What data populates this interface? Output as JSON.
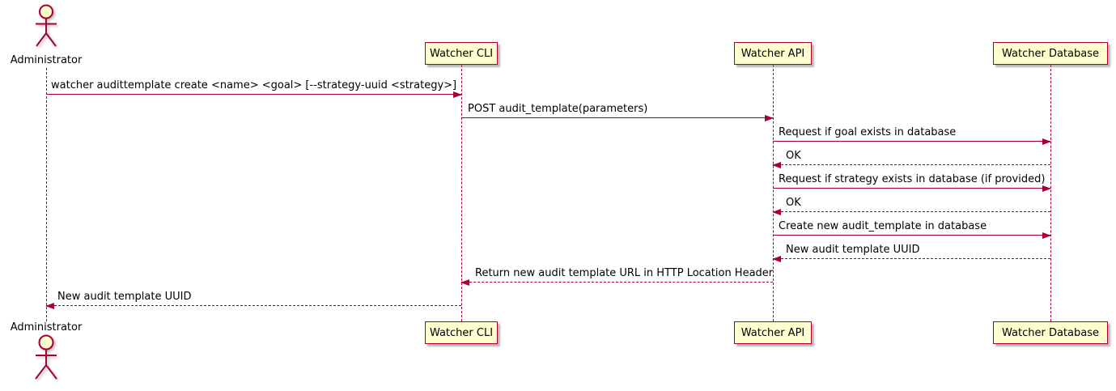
{
  "diagram": {
    "type": "sequence",
    "colors": {
      "accent": "#A80036",
      "participant_fill": "#FEFECE",
      "text": "#000000",
      "background": "#FFFFFF"
    },
    "participants": [
      {
        "id": "administrator",
        "kind": "actor",
        "label": "Administrator"
      },
      {
        "id": "watcher-cli",
        "kind": "participant",
        "label": "Watcher CLI"
      },
      {
        "id": "watcher-api",
        "kind": "participant",
        "label": "Watcher API"
      },
      {
        "id": "watcher-database",
        "kind": "participant",
        "label": "Watcher Database"
      }
    ],
    "messages": [
      {
        "from": "Administrator",
        "to": "Watcher CLI",
        "line": "solid",
        "label": "watcher audittemplate create <name> <goal> [--strategy-uuid <strategy>]"
      },
      {
        "from": "Watcher CLI",
        "to": "Watcher API",
        "line": "solid",
        "label": "POST audit_template(parameters)"
      },
      {
        "from": "Watcher API",
        "to": "Watcher Database",
        "line": "solid",
        "label": "Request if goal exists in database"
      },
      {
        "from": "Watcher Database",
        "to": "Watcher API",
        "line": "dashed",
        "label": "OK"
      },
      {
        "from": "Watcher API",
        "to": "Watcher Database",
        "line": "solid",
        "label": "Request if strategy exists in database (if provided)"
      },
      {
        "from": "Watcher Database",
        "to": "Watcher API",
        "line": "dashed",
        "label": "OK"
      },
      {
        "from": "Watcher API",
        "to": "Watcher Database",
        "line": "solid",
        "label": "Create new audit_template in database"
      },
      {
        "from": "Watcher Database",
        "to": "Watcher API",
        "line": "dashed",
        "label": "New audit template UUID"
      },
      {
        "from": "Watcher API",
        "to": "Watcher CLI",
        "line": "dashed",
        "label": "Return new audit template URL in HTTP Location Header"
      },
      {
        "from": "Watcher CLI",
        "to": "Administrator",
        "line": "dashed",
        "label": "New audit template UUID"
      }
    ]
  }
}
